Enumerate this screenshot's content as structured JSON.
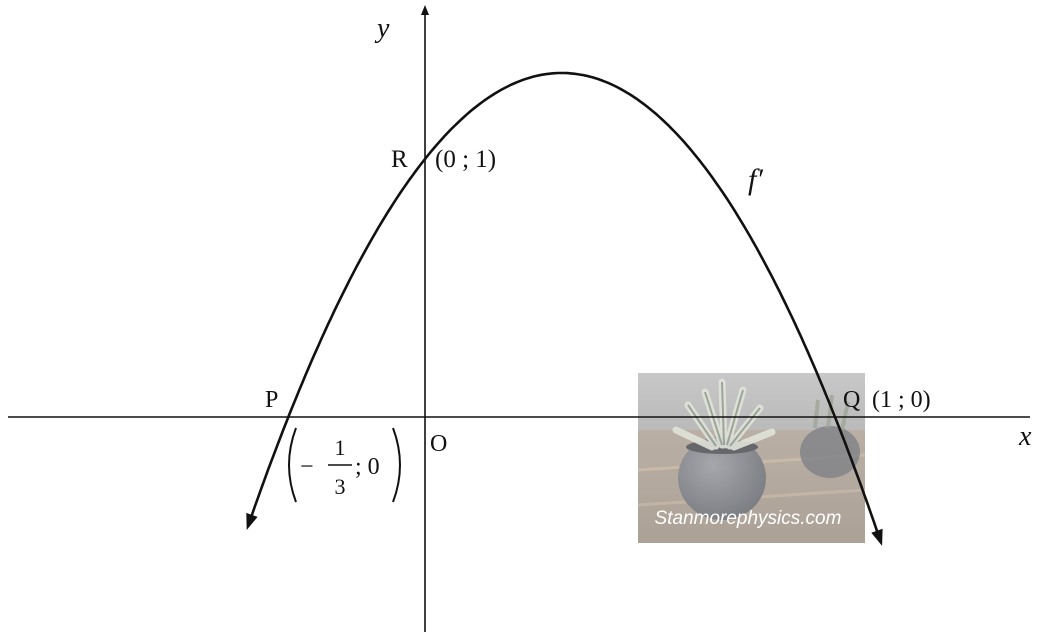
{
  "axes": {
    "x_label": "x",
    "y_label": "y",
    "origin_label": "O"
  },
  "curve": {
    "label": "f′",
    "roots": [
      -0.3333,
      1
    ],
    "y_intercept": 1
  },
  "points": {
    "P": {
      "name": "P",
      "sign": "−",
      "num": "1",
      "den": "3",
      "tail": "; 0"
    },
    "Q": {
      "name": "Q",
      "coords": "(1 ; 0)"
    },
    "R": {
      "name": "R",
      "coords": "(0 ; 1)"
    }
  },
  "watermark": {
    "text": "Stanmorephysics.com"
  },
  "colors": {
    "ink": "#111111",
    "watermark_bg": "#8c8c8c"
  }
}
